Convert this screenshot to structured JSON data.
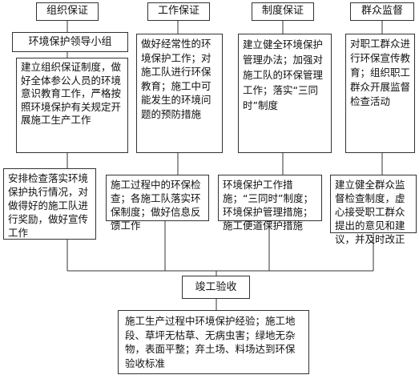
{
  "headers": {
    "organization": "组织保证",
    "work": "工作保证",
    "system": "制度保证",
    "mass": "群众监督"
  },
  "leader_group": "环境保护领导小组",
  "row2": {
    "organization": "建立组织保证制度，做好全体参公人员的环境意识教育工作，严格按照环境保护有关规定开展施工生产工作",
    "work": "做好经常性的环境保护工作；对施工队进行环保教育；施工中可能发生的环境问题的预防措施",
    "system": "建立健全环境保护管理办法；加强对施工队的环保管理工作；落实“三同时”制度",
    "mass": "对职工群众进行环保宣传教育；组织职工群众开展监督检查活动"
  },
  "row3": {
    "organization": "安排检查落实环境保护执行情况，对做得好的施工队进行奖励，做好宣传工作",
    "work": "施工过程中的环保检查；各施工队落实环保制度；做好信息反馈工作",
    "system": "环境保护工作措施；“三同时”制度；环境保护管理措施；施工便道保护措施",
    "mass": "建立健全群众监督检查制度，虚心接受职工群众提出的意见和建议，并及时改正"
  },
  "completion": "竣工验收",
  "final": "施工生产过程中环境保护经验；施工地段、草坪无枯草、无病虫害；绿地无杂物，表面平整；弃土场、料场达到环保验收标准"
}
